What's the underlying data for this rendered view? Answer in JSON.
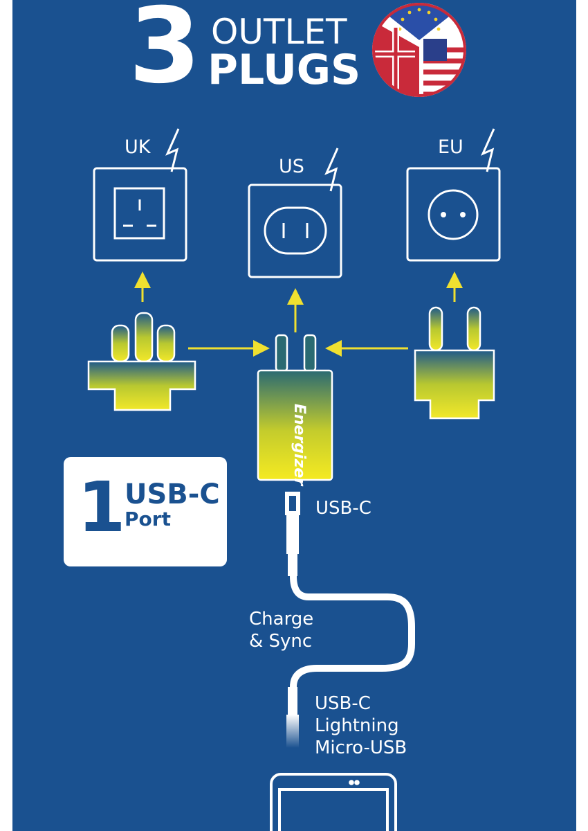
{
  "header": {
    "number": "3",
    "line1": "OUTLET",
    "line2": "PLUGS"
  },
  "outlets": {
    "uk": "UK",
    "us": "US",
    "eu": "EU"
  },
  "charger": {
    "brand": "Energizer"
  },
  "port_card": {
    "count": "1",
    "type": "USB-C",
    "word": "Port"
  },
  "cable": {
    "top_connector": "USB-C",
    "usage_line1": "Charge",
    "usage_line2": "& Sync",
    "tips": [
      "USB-C",
      "Lightning",
      "Micro-USB"
    ]
  },
  "colors": {
    "background": "#1a5190",
    "accent_yellow": "#f0e030",
    "line": "#ffffff"
  },
  "icons": [
    "flag-icon",
    "bolt-icon",
    "uk-socket-icon",
    "us-socket-icon",
    "eu-socket-icon",
    "arrow-icon",
    "usb-c-port-icon",
    "tablet-icon"
  ]
}
